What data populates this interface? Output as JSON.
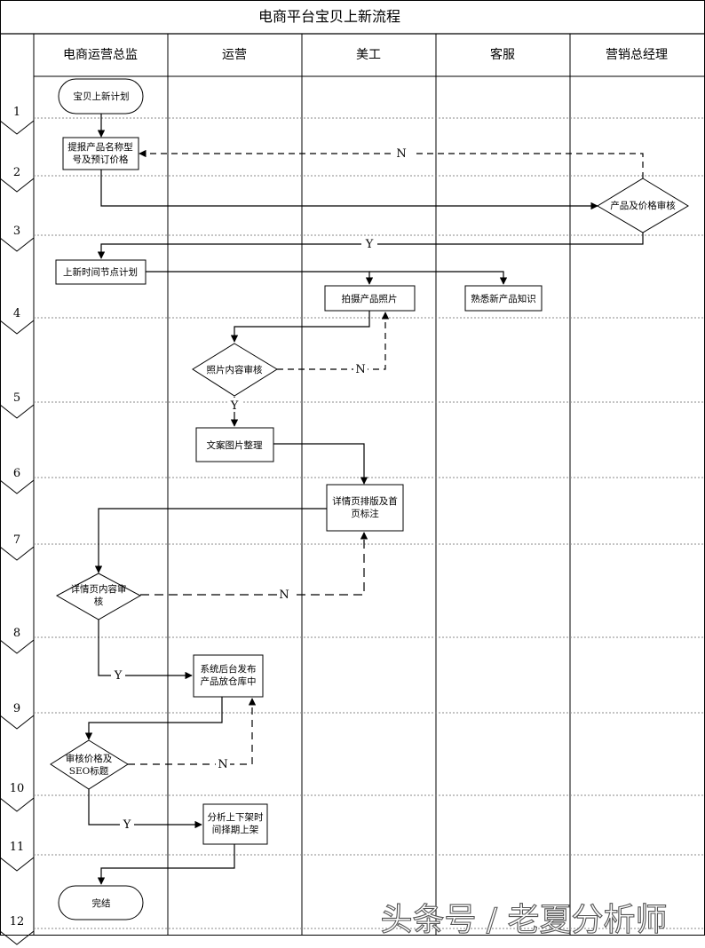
{
  "title": "电商平台宝贝上新流程",
  "lanes": [
    "电商运营总监",
    "运营",
    "美工",
    "客服",
    "营销总经理"
  ],
  "phases": [
    "1",
    "2",
    "3",
    "4",
    "5",
    "6",
    "7",
    "8",
    "9",
    "10",
    "11",
    "12"
  ],
  "nodes": {
    "start": "宝贝上新计划",
    "propose_line1": "提报产品名称型",
    "propose_line2": "号及预订价格",
    "review_price": "产品及价格审核",
    "schedule": "上新时间节点计划",
    "photo": "拍摄产品照片",
    "learn": "熟悉新产品知识",
    "photo_review": "照片内容审核",
    "copy_arrange": "文案图片整理",
    "detail_line1": "详情页排版及首",
    "detail_line2": "页标注",
    "detail_review_line1": "详情页内容审",
    "detail_review_line2": "核",
    "publish_line1": "系统后台发布",
    "publish_line2": "产品放仓库中",
    "seo_review_line1": "审核价格及",
    "seo_review_line2": "SEO标题",
    "analyze_line1": "分析上下架时",
    "analyze_line2": "间择期上架",
    "end": "完结"
  },
  "edge_labels": {
    "n_price": "N",
    "y_price": "Y",
    "n_photo": "N",
    "y_photo": "Y",
    "n_detail": "N",
    "y_detail": "Y",
    "n_seo": "N",
    "y_seo": "Y"
  },
  "watermark": "头条号 / 老夏分析师"
}
